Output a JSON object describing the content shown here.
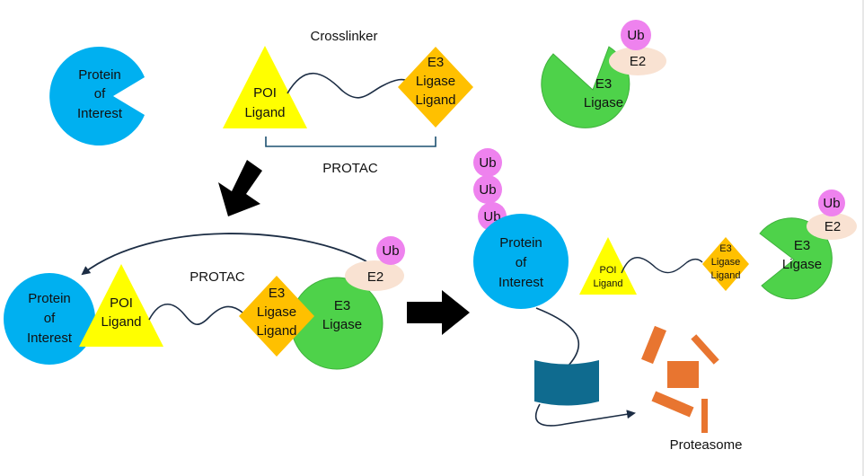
{
  "colors": {
    "poi": "#00b0f0",
    "poi_ligand": "#ffff00",
    "e3_ligase": "#4ed24a",
    "e3_ligand": "#ffc000",
    "e2": "#f9e2d2",
    "ub": "#ee82ee",
    "proteasome": "#0f6b8f",
    "fragment": "#e87530",
    "arrow": "#000000",
    "line": "#1c2d44"
  },
  "top": {
    "crosslinker_label": "Crosslinker",
    "protac_label": "PROTAC",
    "poi": {
      "line1": "Protein",
      "line2": "of",
      "line3": "Interest"
    },
    "poi_ligand": {
      "line1": "POI",
      "line2": "Ligand"
    },
    "e3_ligand": {
      "line1": "E3",
      "line2": "Ligase",
      "line3": "Ligand"
    },
    "e3_ligase": {
      "line1": "E3",
      "line2": "Ligase"
    },
    "e2": "E2",
    "ub": "Ub"
  },
  "complex": {
    "protac_label": "PROTAC",
    "poi": {
      "line1": "Protein",
      "line2": "of",
      "line3": "Interest"
    },
    "poi_ligand": {
      "line1": "POI",
      "line2": "Ligand"
    },
    "e3_ligand": {
      "line1": "E3",
      "line2": "Ligase",
      "line3": "Ligand"
    },
    "e3_ligase": {
      "line1": "E3",
      "line2": "Ligase"
    },
    "e2": "E2",
    "ub": "Ub"
  },
  "result": {
    "poi": {
      "line1": "Protein",
      "line2": "of",
      "line3": "Interest"
    },
    "ub_chain": [
      "Ub",
      "Ub",
      "Ub"
    ],
    "poi_ligand": {
      "line1": "POI",
      "line2": "Ligand"
    },
    "e3_ligand": {
      "line1": "E3",
      "line2": "Ligase",
      "line3": "Ligand"
    },
    "e3_ligase": {
      "line1": "E3",
      "line2": "Ligase"
    },
    "e2": "E2",
    "ub": "Ub",
    "proteasome_label": "Proteasome"
  }
}
